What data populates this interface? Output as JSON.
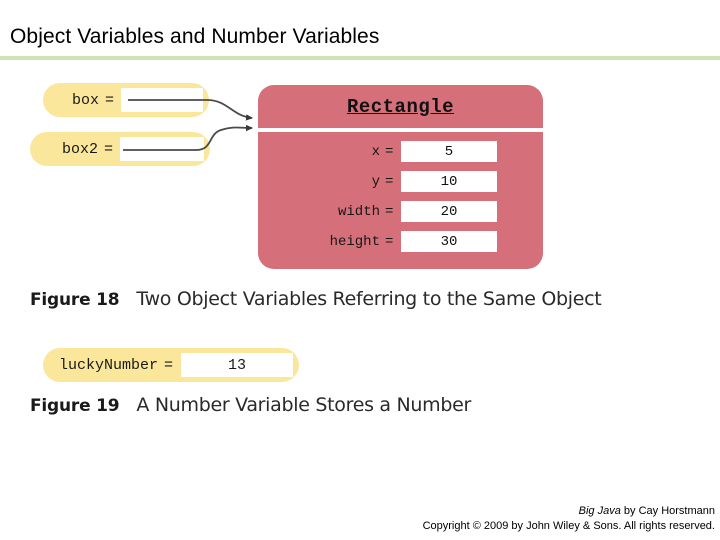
{
  "slide": {
    "title": "Object Variables and Number Variables",
    "divider_color": "#cde5b4"
  },
  "colors": {
    "variable_pill": "#fae79c",
    "object_panel": "#d5707b",
    "value_slot": "#ffffff",
    "divider_green": "#cde5b4"
  },
  "figure18": {
    "variables": [
      {
        "name": "box",
        "equals": "=",
        "value": ""
      },
      {
        "name": "box2",
        "equals": "=",
        "value": ""
      }
    ],
    "object": {
      "class_name": "Rectangle",
      "fields": [
        {
          "name": "x",
          "equals": "=",
          "value": "5"
        },
        {
          "name": "y",
          "equals": "=",
          "value": "10"
        },
        {
          "name": "width",
          "equals": "=",
          "value": "20"
        },
        {
          "name": "height",
          "equals": "=",
          "value": "30"
        }
      ]
    },
    "caption": {
      "number": "Figure 18",
      "text": "Two Object Variables Referring to the Same Object"
    }
  },
  "figure19": {
    "variable": {
      "name": "luckyNumber",
      "equals": "=",
      "value": "13"
    },
    "caption": {
      "number": "Figure 19",
      "text": "A Number Variable Stores a Number"
    }
  },
  "footer": {
    "book_title": "Big Java",
    "byline": " by Cay Horstmann",
    "copyright": "Copyright © 2009 by John Wiley & Sons.  All rights reserved."
  }
}
